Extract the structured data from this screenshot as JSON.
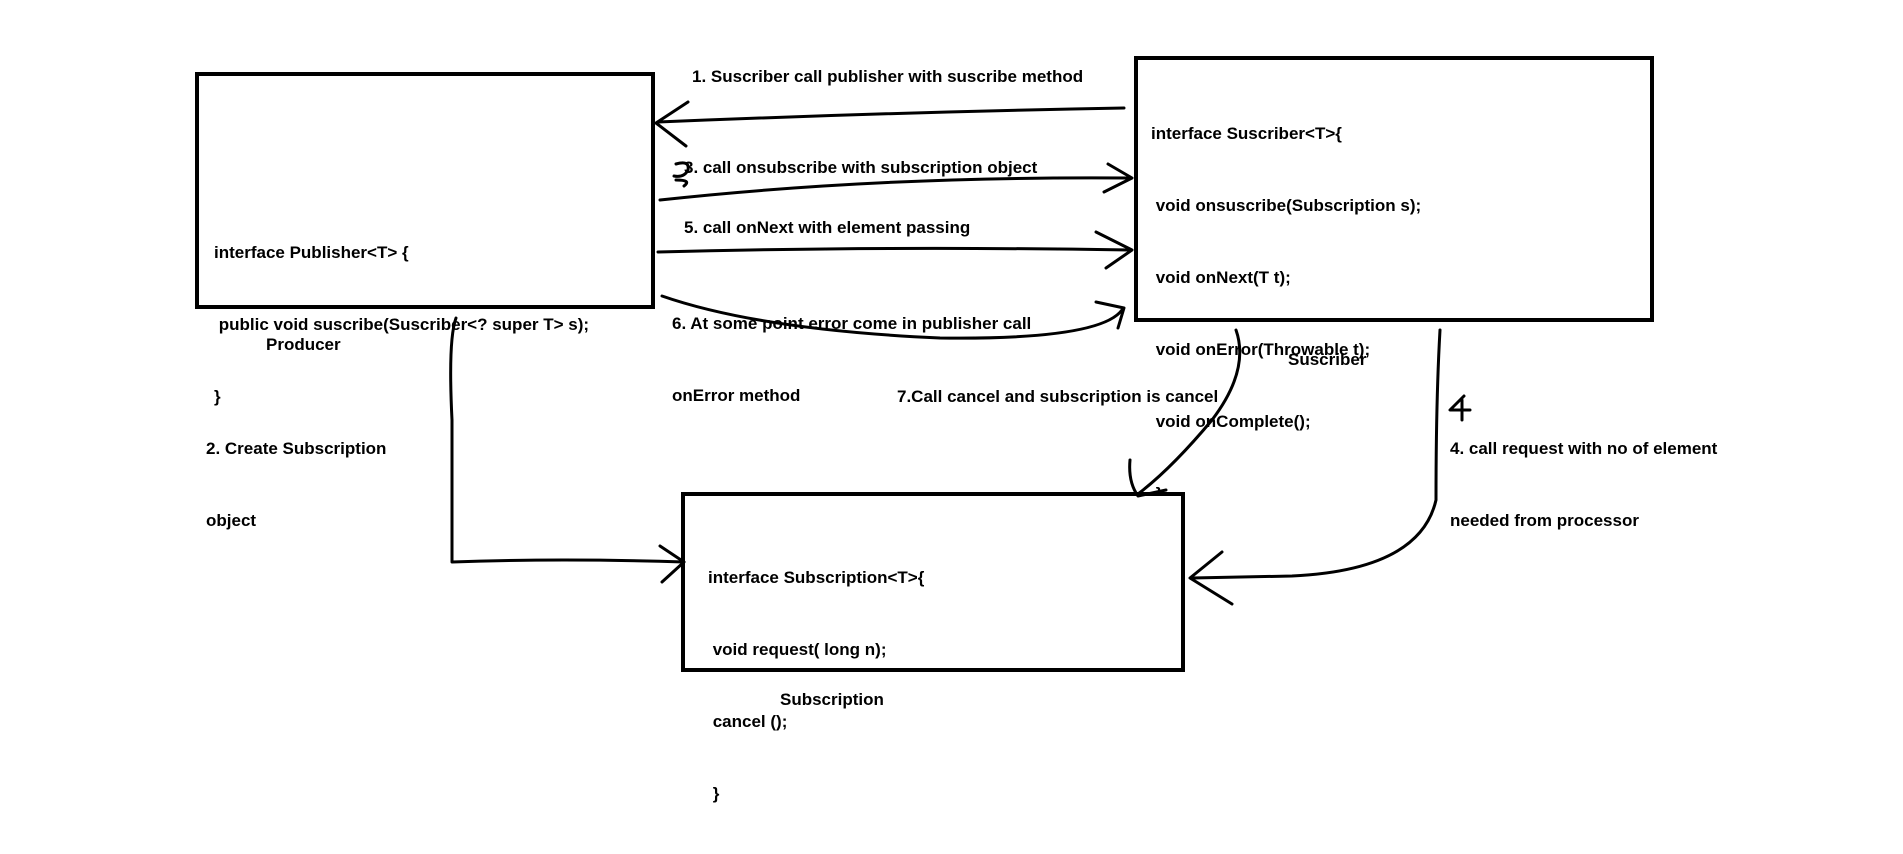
{
  "publisher": {
    "code": [
      "interface Publisher<T> {",
      " public void suscribe(Suscriber<? super T> s);",
      "}"
    ],
    "caption": "Producer"
  },
  "subscriber": {
    "code": [
      "interface Suscriber<T>{",
      " void onsuscribe(Subscription s);",
      " void onNext(T t);",
      " void onError(Throwable t);",
      " void onComplete();",
      " }"
    ],
    "caption": "Suscriber"
  },
  "subscription": {
    "code": [
      "interface Subscription<T>{",
      " void request( long n);",
      " cancel ();",
      " }"
    ],
    "caption": "Subscription"
  },
  "arrows": {
    "a1": "1. Suscriber call publisher with suscribe method",
    "a3": "3. call onsubscribe with subscription object",
    "a5": "5. call onNext with element passing",
    "a6_line1": "6. At some point error come in publisher call",
    "a6_line2": "onError method",
    "a2_line1": "2. Create Subscription",
    "a2_line2": "object",
    "a7": "7.Call cancel and subscription is cancel",
    "a4_line1": "4. call request with no of element",
    "a4_line2": "needed from processor"
  }
}
